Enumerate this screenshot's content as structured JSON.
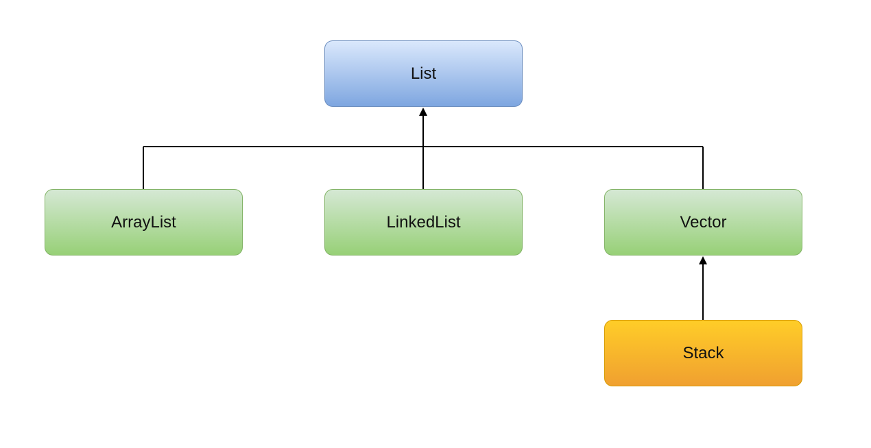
{
  "nodes": {
    "list": "List",
    "arraylist": "ArrayList",
    "linkedlist": "LinkedList",
    "vector": "Vector",
    "stack": "Stack"
  },
  "colors": {
    "interface_fill_top": "#dae8fc",
    "interface_fill_bottom": "#7ea6e0",
    "interface_stroke": "#6c8ebf",
    "class_fill_top": "#d5e8d4",
    "class_fill_bottom": "#97d077",
    "class_stroke": "#82b366",
    "subclass_fill_top": "#ffcd28",
    "subclass_fill_bottom": "#f0a030",
    "subclass_stroke": "#d79b00",
    "edge": "#000000"
  },
  "edges": [
    {
      "from": "arraylist",
      "to": "list"
    },
    {
      "from": "linkedlist",
      "to": "list"
    },
    {
      "from": "vector",
      "to": "list"
    },
    {
      "from": "stack",
      "to": "vector"
    }
  ]
}
